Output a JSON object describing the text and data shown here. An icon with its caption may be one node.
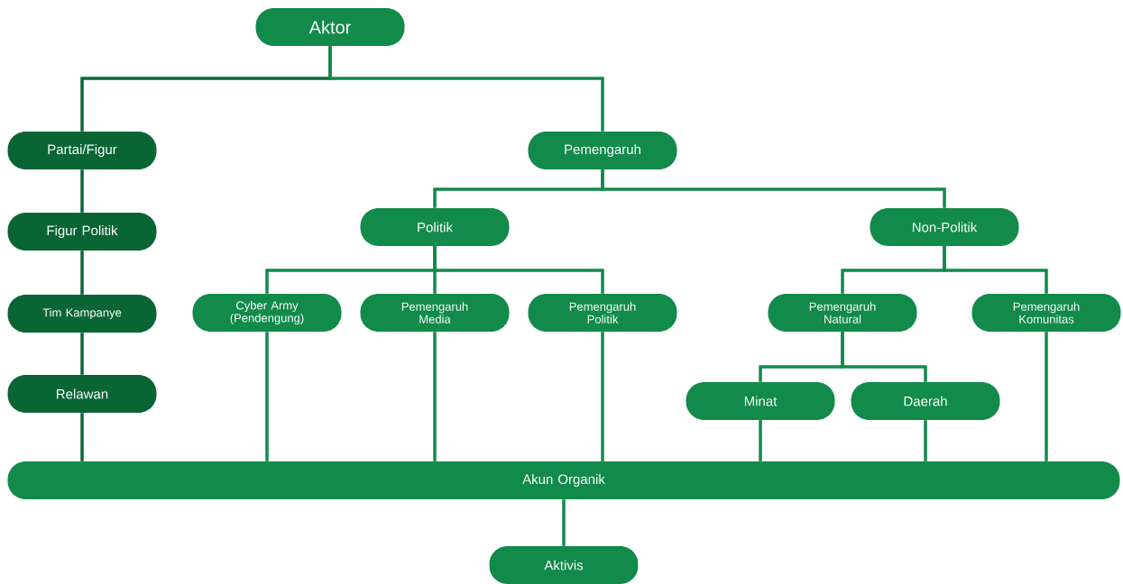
{
  "diagram": {
    "nodes": [
      {
        "text": [
          "Aktor"
        ]
      },
      {
        "text": [
          "Partai/Figur"
        ]
      },
      {
        "text": [
          "Figur Politik"
        ]
      },
      {
        "text": [
          "Tim Kampanye"
        ]
      },
      {
        "text": [
          "Relawan"
        ]
      },
      {
        "text": [
          "Pemengaruh"
        ]
      },
      {
        "text": [
          "Politik"
        ]
      },
      {
        "text": [
          "Non-Politik"
        ]
      },
      {
        "text": [
          "Cyber Army (Pendengung)"
        ]
      },
      {
        "text": [
          "Pemengaruh Media"
        ]
      },
      {
        "text": [
          "Pemengaruh Politik"
        ]
      },
      {
        "text": [
          "Pemengaruh Natural"
        ]
      },
      {
        "text": [
          "Pemengaruh Komunitas"
        ]
      },
      {
        "text": [
          "Minat"
        ]
      },
      {
        "text": [
          "Daerah"
        ]
      },
      {
        "text": [
          "Akun Organik"
        ]
      },
      {
        "text": [
          "Aktivis"
        ]
      }
    ],
    "edges": [
      {
        "from": 0,
        "to": 1,
        "arrow": "none",
        "color": "#0a6535"
      },
      {
        "from": 0,
        "to": 5,
        "arrow": "none"
      },
      {
        "from": 1,
        "to": 2,
        "arrow": "none",
        "color": "#0a6535"
      },
      {
        "from": 2,
        "to": 3,
        "arrow": "none",
        "color": "#0a6535"
      },
      {
        "from": 3,
        "to": 4,
        "arrow": "none",
        "color": "#0a6535"
      },
      {
        "from": 4,
        "to": 15,
        "arrow": "none",
        "color": "#0a6535"
      },
      {
        "from": 5,
        "to": 6,
        "arrow": "none"
      },
      {
        "from": 5,
        "to": 7,
        "arrow": "none"
      },
      {
        "from": 6,
        "to": 8,
        "arrow": "none"
      },
      {
        "from": 6,
        "to": 9,
        "arrow": "none"
      },
      {
        "from": 6,
        "to": 10,
        "arrow": "none"
      },
      {
        "from": 7,
        "to": 11,
        "arrow": "none"
      },
      {
        "from": 7,
        "to": 12,
        "arrow": "none"
      },
      {
        "from": 11,
        "to": 13,
        "arrow": "none"
      },
      {
        "from": 11,
        "to": 14,
        "arrow": "none"
      },
      {
        "from": 8,
        "to": 15,
        "arrow": "none"
      },
      {
        "from": 9,
        "to": 15,
        "arrow": "none"
      },
      {
        "from": 10,
        "to": 15,
        "arrow": "none"
      },
      {
        "from": 13,
        "to": 15,
        "arrow": "none"
      },
      {
        "from": 14,
        "to": 15,
        "arrow": "none"
      },
      {
        "from": 12,
        "to": 15,
        "arrow": "none"
      },
      {
        "from": 15,
        "to": 16,
        "arrow": "none"
      }
    ]
  }
}
